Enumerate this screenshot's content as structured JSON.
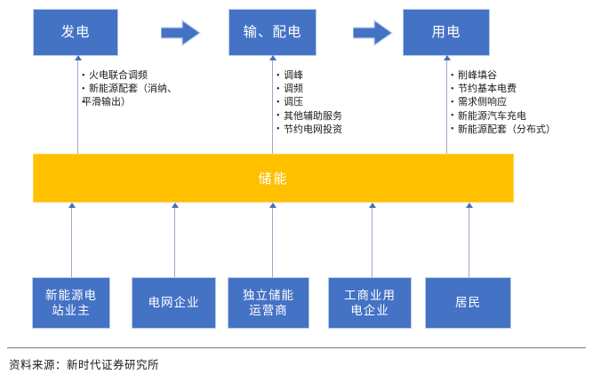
{
  "diagram": {
    "title_chain": [
      {
        "label": "发电"
      },
      {
        "label": "输、配电"
      },
      {
        "label": "用电"
      }
    ],
    "chain_arrows": [
      {
        "name": "arrow-generation-to-transmission"
      },
      {
        "name": "arrow-transmission-to-consumption"
      }
    ],
    "storage": {
      "label": "储能",
      "color": "#FFC000"
    },
    "node_color": "#4472C4",
    "application_groups": [
      {
        "name": "generation-applications",
        "items": [
          "火电联合调频",
          "新能源配套（消纳、",
          "平滑输出）"
        ]
      },
      {
        "name": "transmission-applications",
        "items": [
          "调峰",
          "调频",
          "调压",
          "其他辅助服务",
          "节约电网投资"
        ]
      },
      {
        "name": "consumption-applications",
        "items": [
          "削峰填谷",
          "节约基本电费",
          "需求侧响应",
          "新能源汽车充电",
          "新能源配套（分布式）"
        ]
      }
    ],
    "participants": [
      {
        "line1": "新能源电",
        "line2": "站业主"
      },
      {
        "line1": "电网企业",
        "line2": ""
      },
      {
        "line1": "独立储能",
        "line2": "运营商"
      },
      {
        "line1": "工商业用",
        "line2": "电企业"
      },
      {
        "line1": "居民",
        "line2": ""
      }
    ]
  },
  "footer": {
    "source": "资料来源：新时代证券研究所"
  }
}
